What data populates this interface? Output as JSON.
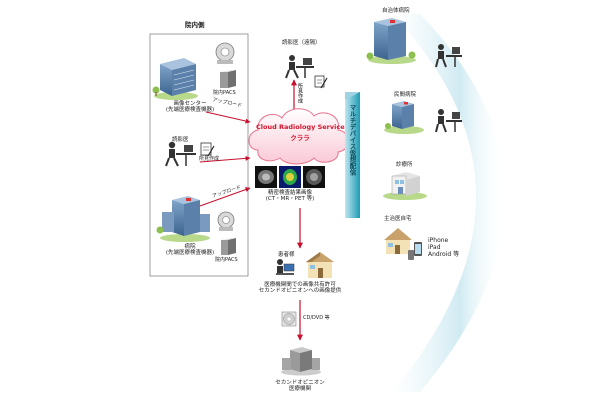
{
  "hospital_internal": {
    "title": "院内側",
    "imaging_center_pacs": "院内PACS",
    "imaging_center": [
      "画像センター",
      "(先端医療検査機器)"
    ],
    "radiologist": "読影医",
    "report_writing": "所見作成",
    "hospital": [
      "病院",
      "(先端医療検査機器)"
    ],
    "hospital_pacs": "院内PACS"
  },
  "upload_label": "アップロード",
  "remote_reader": {
    "title": "読影医（遠隔）",
    "report_writing": "所見作成"
  },
  "cloud": {
    "service_name": "Cloud Radiology Service",
    "brand": "クララ",
    "images_caption": [
      "精密検査結果画像",
      "(CT・MR・PET 等)"
    ]
  },
  "delivery_band": "マルチデバイス仮想配信",
  "patient": {
    "title": "患者様",
    "description": [
      "医療機関間での画像共有許可",
      "セカンドオピニオンへの画像提供"
    ]
  },
  "media_label": "CD/DVD 等",
  "second_opinion": [
    "セカンドオピニオン",
    "医療機関"
  ],
  "destinations": {
    "municipal": "自治体病院",
    "private": "民間病院",
    "clinic": "診療所",
    "home": "主治医自宅"
  },
  "devices": [
    "iPhone",
    "iPad",
    "Android 等"
  ],
  "colors": {
    "arrow": "#c8102e",
    "cloud_border": "#e8738c",
    "cloud_fill": "#fde3ea",
    "service_text": "#d2142d",
    "band": "#1c9bb4",
    "box_border": "#888888"
  }
}
